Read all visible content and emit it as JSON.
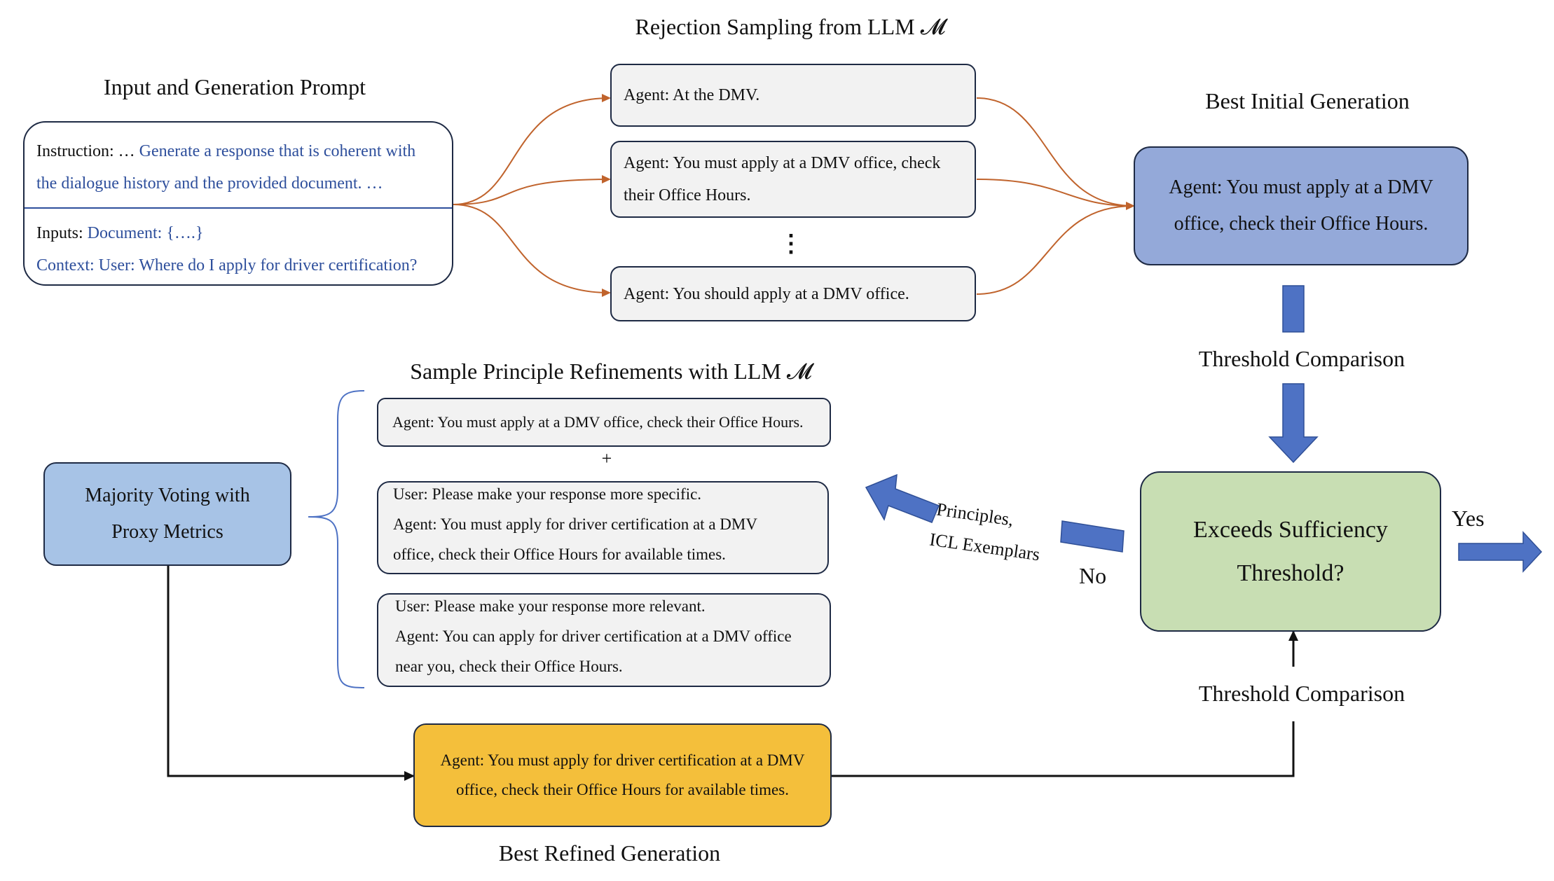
{
  "sections": {
    "rejection_title": "Rejection Sampling from LLM 𝓜",
    "input_title": "Input and Generation Prompt",
    "best_initial_title": "Best Initial Generation",
    "threshold_comparison_top": "Threshold Comparison",
    "threshold_comparison_bottom": "Threshold Comparison",
    "refinements_title": "Sample Principle Refinements with LLM 𝓜",
    "best_refined_title": "Best Refined Generation"
  },
  "input_box": {
    "instruction_label": "Instruction: … ",
    "instruction_line1": "Generate a response that is coherent with",
    "instruction_line2": "the dialogue history and the provided document. …",
    "inputs_label": "Inputs: ",
    "inputs_value": "Document: {….}",
    "context_line": "Context: User: Where do I apply for driver certification?"
  },
  "samples": {
    "s1": "Agent: At the DMV.",
    "s2_line1": "Agent: You must apply at a DMV office, check",
    "s2_line2": "their Office Hours.",
    "ellipsis": "⋮",
    "s3": "Agent: You should apply at a DMV office."
  },
  "best_initial": {
    "line1": "Agent: You must apply at a DMV",
    "line2": "office, check their Office Hours."
  },
  "decision": {
    "line1": "Exceeds Sufficiency",
    "line2": "Threshold?",
    "yes": "Yes",
    "no": "No",
    "principles_line1": "Principles,",
    "principles_line2": "ICL Exemplars"
  },
  "refinements": {
    "base": "Agent: You must apply at a DMV office, check their Office Hours.",
    "plus": "+",
    "r1_line1": "User: Please make your response more specific.",
    "r1_line2": "Agent: You must apply for driver certification at a DMV",
    "r1_line3": "office, check their Office Hours for available times.",
    "r2_line1": "User: Please make your response more relevant.",
    "r2_line2": "Agent: You can apply for driver certification at a DMV office",
    "r2_line3": "near you, check their Office Hours."
  },
  "majority": {
    "line1": "Majority Voting with",
    "line2": "Proxy Metrics"
  },
  "best_refined": {
    "line1": "Agent: You must apply for driver certification at a DMV",
    "line2": "office, check their Office Hours for available times."
  },
  "colors": {
    "box_stroke": "#1e2a44",
    "sample_fill": "#f2f2f2",
    "best_initial_fill": "#94a9d9",
    "decision_fill": "#c8deb3",
    "majority_fill": "#a7c3e6",
    "refined_fill": "#f4bf3b",
    "big_arrow_fill": "#4e72c4",
    "orange_arrow": "#c0632c",
    "highlight_text": "#2e4f9c"
  }
}
